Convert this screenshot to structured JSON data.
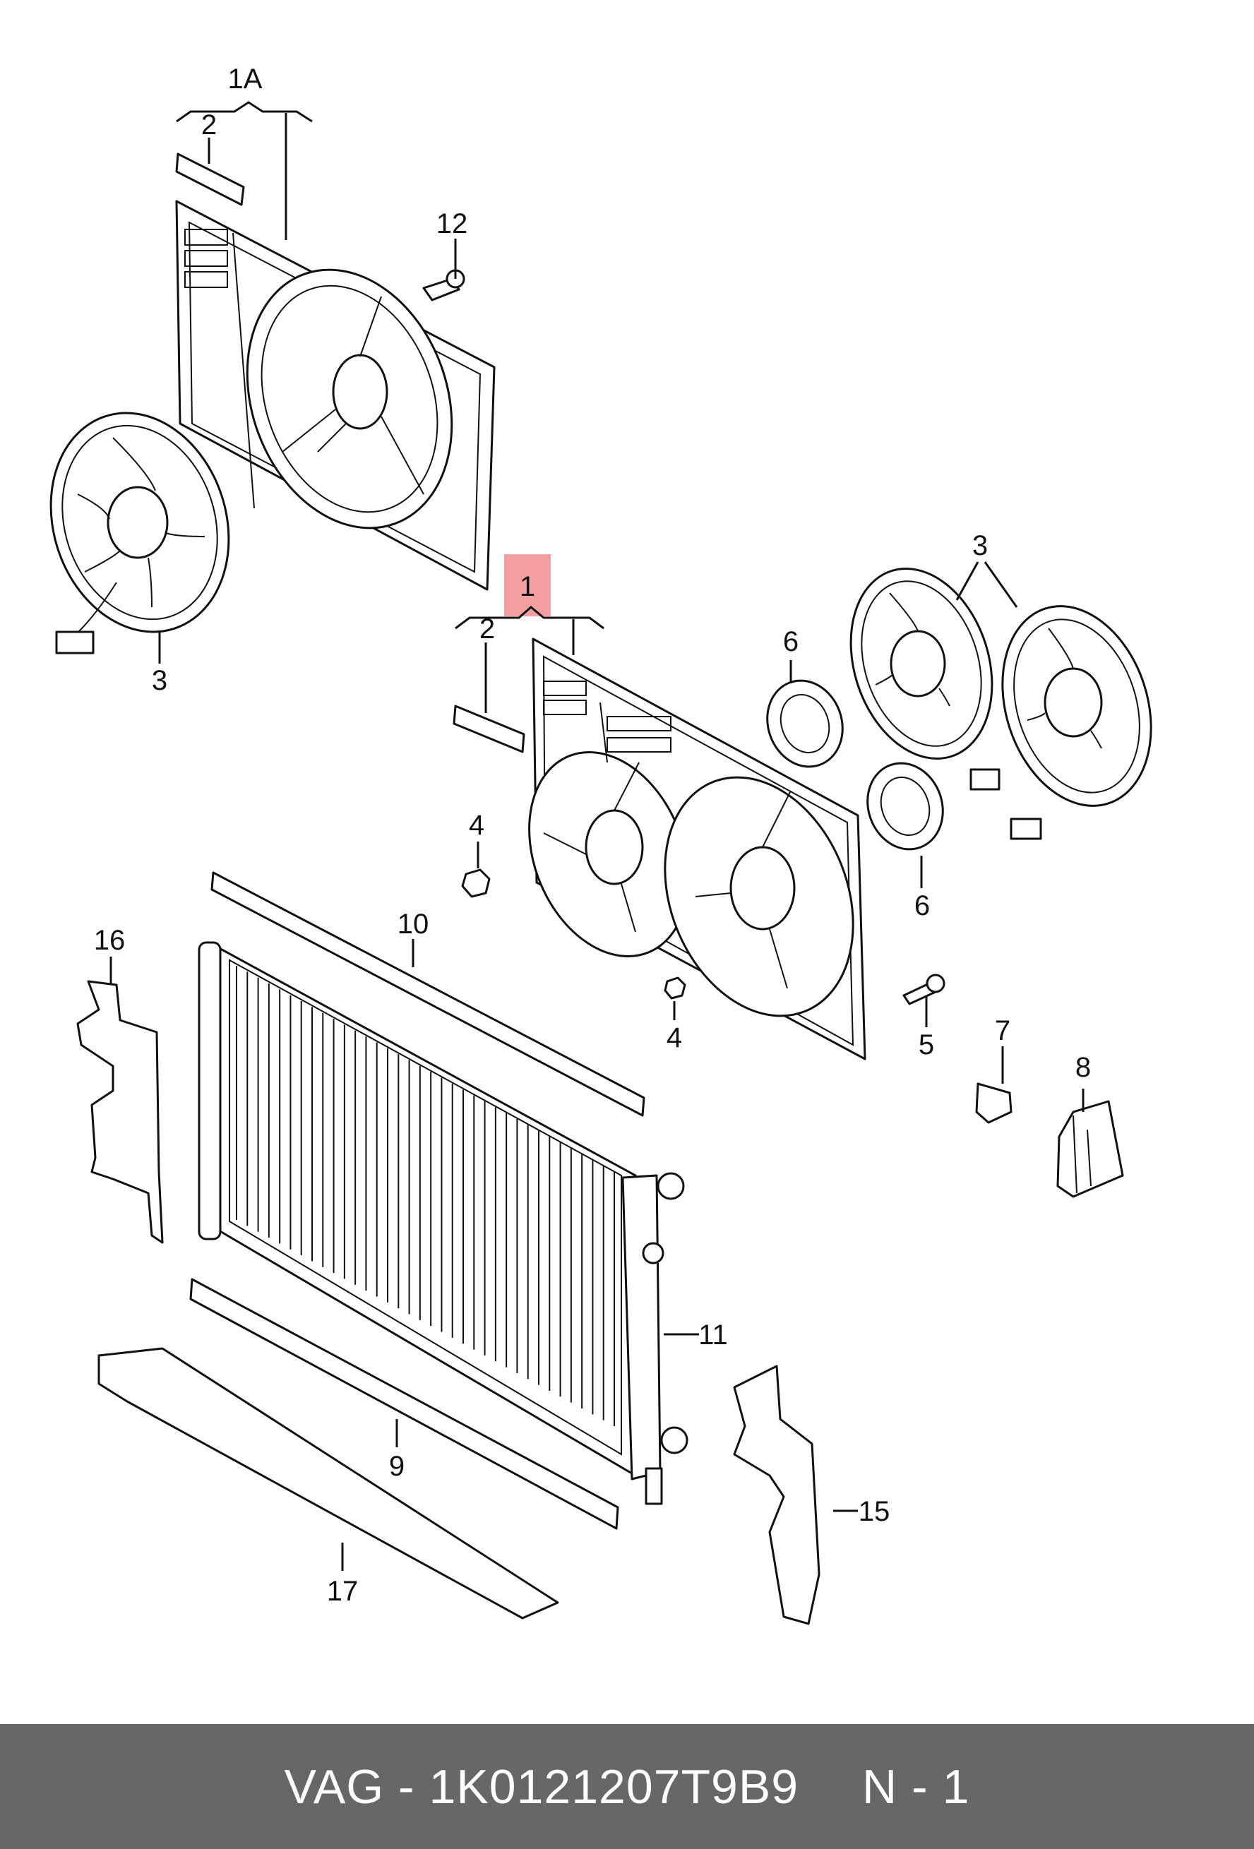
{
  "diagram": {
    "highlight_color": "#f4a0a0",
    "callouts": {
      "c1a": "1A",
      "c2a": "2",
      "c12": "12",
      "c3a": "3",
      "c1": "1",
      "c2b": "2",
      "c3b": "3",
      "c6a": "6",
      "c6b": "6",
      "c4a": "4",
      "c4b": "4",
      "c5": "5",
      "c7": "7",
      "c8": "8",
      "c10": "10",
      "c16": "16",
      "c11": "11",
      "c9": "9",
      "c15": "15",
      "c17": "17"
    }
  },
  "footer": {
    "part_ref": "VAG - 1K0121207T9B9",
    "qty": "N - 1",
    "background": "#676767"
  }
}
